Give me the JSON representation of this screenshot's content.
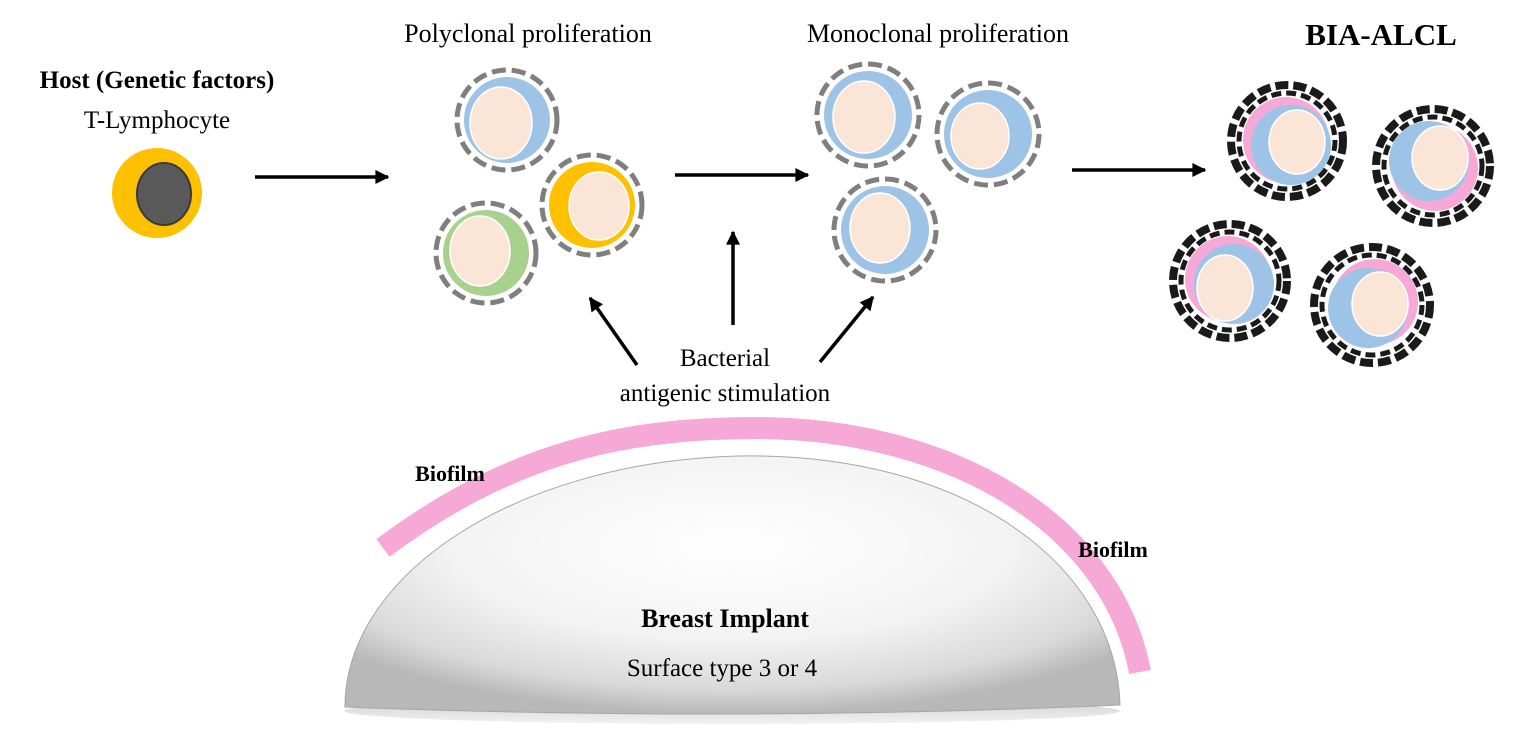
{
  "host": {
    "title": "Host (Genetic factors)",
    "cell_label": "T-Lymphocyte"
  },
  "stages": {
    "polyclonal": "Polyclonal proliferation",
    "monoclonal": "Monoclonal proliferation",
    "malignant": "BIA-ALCL"
  },
  "stimulation": {
    "line1": "Bacterial",
    "line2": "antigenic stimulation"
  },
  "implant": {
    "biofilm_left": "Biofilm",
    "biofilm_right": "Biofilm",
    "title": "Breast Implant",
    "surface": "Surface type 3 or 4"
  },
  "colors": {
    "orange": "#FFC000",
    "nucleus": "#595959",
    "blue": "#9DC3E6",
    "green": "#A9D18E",
    "peach": "#FBE5D6",
    "pink": "#F6A9D6",
    "membrane": "#7F7F7F",
    "malignant": "#1A1A1A",
    "arrow": "#000000"
  }
}
